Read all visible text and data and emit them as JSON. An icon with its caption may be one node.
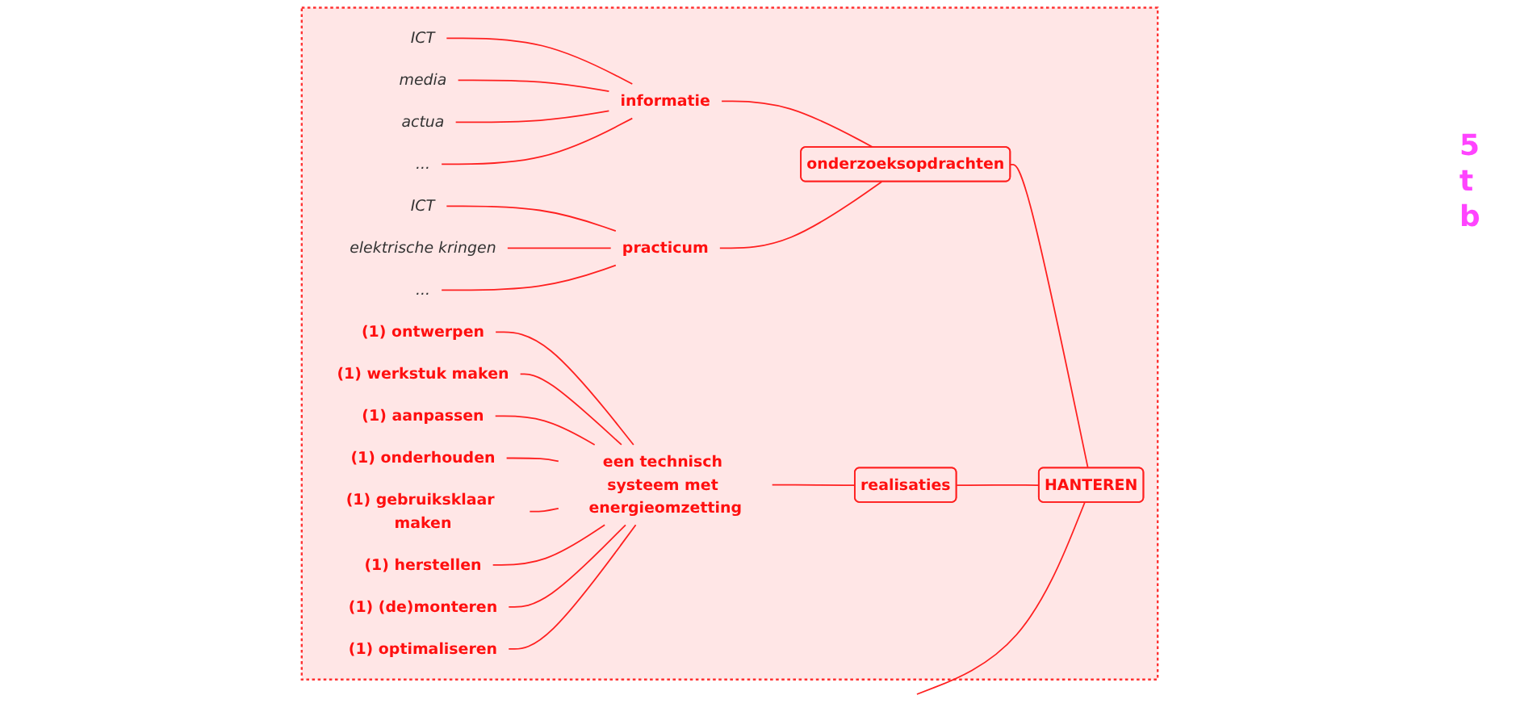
{
  "diagram": {
    "nodes": [
      {
        "text": [],
        "shape": "box"
      },
      {
        "text": [
          "ICT"
        ],
        "in": 0
      },
      {
        "text": [
          "media"
        ],
        "in": 0
      },
      {
        "text": [
          "actua"
        ],
        "in": 0
      },
      {
        "text": [
          "..."
        ],
        "in": 0
      },
      {
        "text": [
          "informatie"
        ],
        "in": 0
      },
      {
        "text": [
          "ICT"
        ],
        "in": 0
      },
      {
        "text": [
          "elektrische kringen"
        ],
        "in": 0
      },
      {
        "text": [
          "..."
        ],
        "in": 0
      },
      {
        "text": [
          "practicum"
        ],
        "in": 0
      },
      {
        "text": [
          "onderzoeksopdrachten"
        ],
        "in": 0
      },
      {
        "text": [
          "(1) ontwerpen"
        ],
        "in": 0
      },
      {
        "text": [
          "(1) werkstuk maken"
        ],
        "in": 0
      },
      {
        "text": [
          "(1) aanpassen"
        ],
        "in": 0
      },
      {
        "text": [
          "(1) onderhouden"
        ],
        "in": 0
      },
      {
        "text": [
          "(1) gebruiksklaar maken"
        ],
        "in": 0
      },
      {
        "text": [
          "(1) herstellen"
        ],
        "in": 0
      },
      {
        "text": [
          "(1) (de)monteren"
        ],
        "in": 0
      },
      {
        "text": [
          "(1) optimaliseren"
        ],
        "in": 0
      },
      {
        "text": [
          "een technisch systeem met energieomzetting"
        ],
        "in": 0
      },
      {
        "text": [
          "realisaties"
        ],
        "in": 0
      },
      {
        "text": [
          "HANTEREN"
        ],
        "in": 0
      }
    ],
    "edges": [
      {
        "from": 21,
        "to": null,
        "arrow": "none"
      },
      {
        "from": 21,
        "to": 10,
        "arrow": "none"
      },
      {
        "from": 21,
        "to": 20,
        "arrow": "none"
      },
      {
        "from": 10,
        "to": 5,
        "arrow": "none"
      },
      {
        "from": 10,
        "to": 9,
        "arrow": "none"
      },
      {
        "from": 5,
        "to": 1,
        "arrow": "none"
      },
      {
        "from": 5,
        "to": 2,
        "arrow": "none"
      },
      {
        "from": 5,
        "to": 3,
        "arrow": "none"
      },
      {
        "from": 5,
        "to": 4,
        "arrow": "none"
      },
      {
        "from": 9,
        "to": 6,
        "arrow": "none"
      },
      {
        "from": 9,
        "to": 7,
        "arrow": "none"
      },
      {
        "from": 9,
        "to": 8,
        "arrow": "none"
      },
      {
        "from": 20,
        "to": 19,
        "arrow": "none"
      },
      {
        "from": 19,
        "to": 11,
        "arrow": "none"
      },
      {
        "from": 19,
        "to": 12,
        "arrow": "none"
      },
      {
        "from": 19,
        "to": 13,
        "arrow": "none"
      },
      {
        "from": 19,
        "to": 14,
        "arrow": "none"
      },
      {
        "from": 19,
        "to": 15,
        "arrow": "none"
      },
      {
        "from": 19,
        "to": 16,
        "arrow": "none"
      },
      {
        "from": 19,
        "to": 17,
        "arrow": "none"
      },
      {
        "from": 19,
        "to": 18,
        "arrow": "none"
      }
    ],
    "labels": [
      "5",
      "t",
      "b"
    ]
  }
}
